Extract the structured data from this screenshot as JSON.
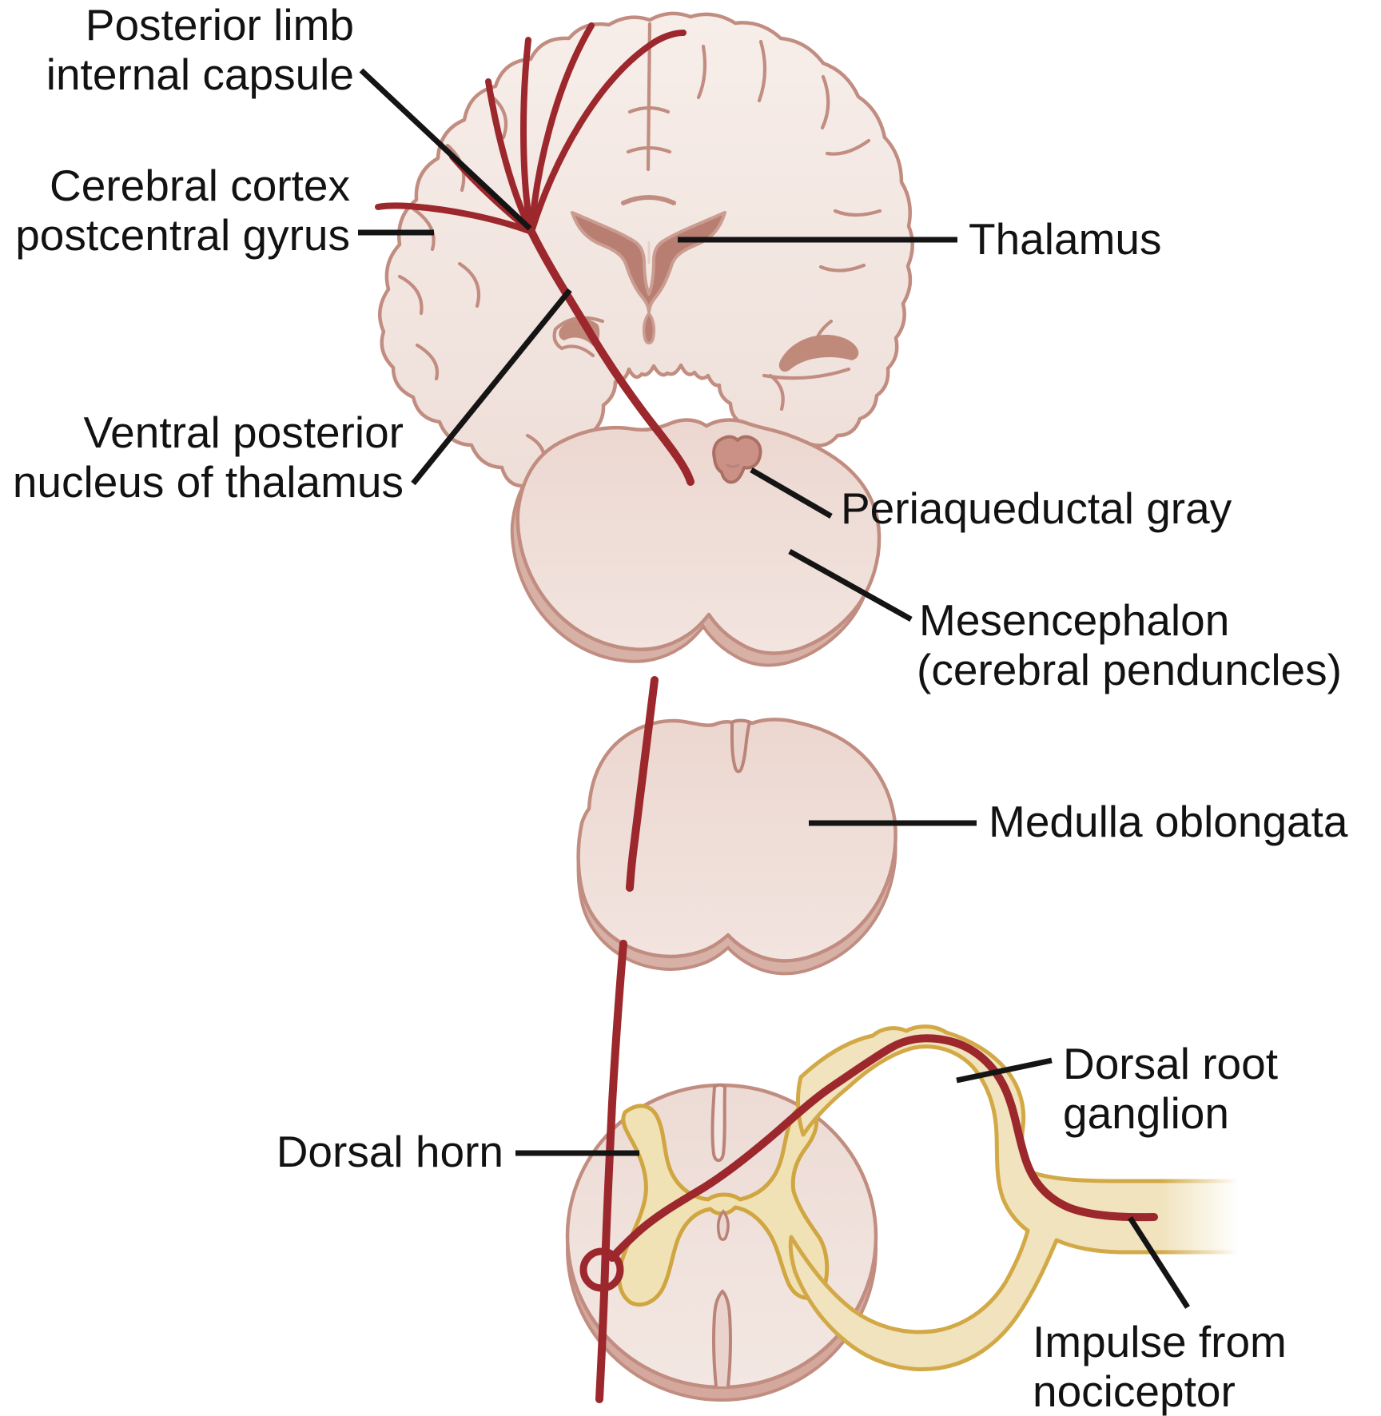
{
  "labels": {
    "posterior_limb": {
      "line1": "Posterior limb",
      "line2": "internal capsule"
    },
    "cerebral_cortex": {
      "line1": "Cerebral cortex",
      "line2": "postcentral gyrus"
    },
    "ventral_posterior": {
      "line1": "Ventral posterior",
      "line2": "nucleus of thalamus"
    },
    "thalamus": {
      "line1": "Thalamus"
    },
    "periaqueductal": {
      "line1": "Periaqueductal gray"
    },
    "mesencephalon": {
      "line1": "Mesencephalon",
      "line2": "(cerebral penduncles)"
    },
    "medulla": {
      "line1": "Medulla oblongata"
    },
    "dorsal_root": {
      "line1": "Dorsal root",
      "line2": "ganglion"
    },
    "dorsal_horn": {
      "line1": "Dorsal horn"
    },
    "impulse": {
      "line1": "Impulse from",
      "line2": "nociceptor"
    }
  },
  "colors": {
    "background": "#ffffff",
    "brain_fill_light": "#f7eeea",
    "brain_fill_dark": "#efdfd9",
    "outline_rose": "#c28d81",
    "ventricle_fill": "#b87e72",
    "section_fill_light": "#f2e3dd",
    "section_fill_dark": "#ead3cb",
    "section_rim": "#d7b1a6",
    "pag_fill": "#cb9186",
    "gray_matter_fill": "#f1e2b6",
    "gray_matter_stroke": "#cfa641",
    "nerve_fill": "#f0e3bd",
    "nerve_stroke": "#d2a946",
    "tract_red": "#9c272c",
    "leader_black": "#141414",
    "label_text": "#121212"
  }
}
